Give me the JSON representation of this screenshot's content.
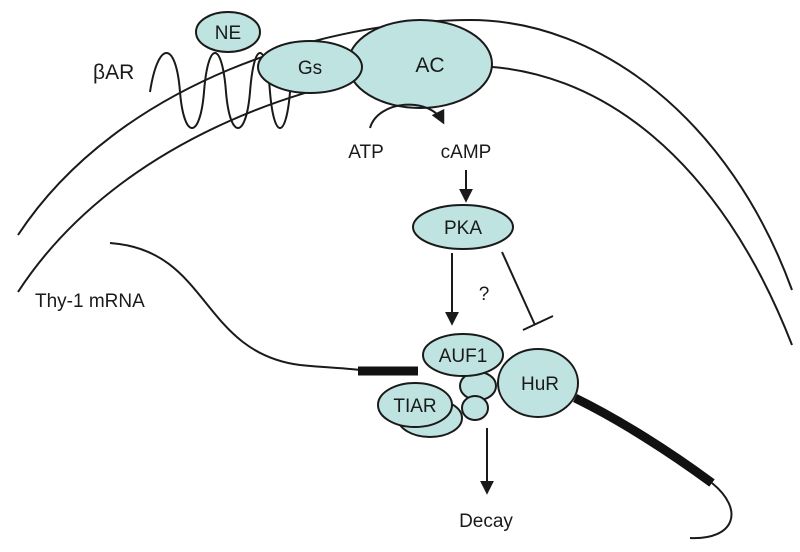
{
  "labels": {
    "receptor": "βAR",
    "ligand": "NE",
    "g_protein": "Gs",
    "cyclase": "AC",
    "substrate": "ATP",
    "second_messenger": "cAMP",
    "kinase": "PKA",
    "mrna": "Thy-1 mRNA",
    "question": "?",
    "auf1": "AUF1",
    "hur": "HuR",
    "tiar": "TIAR",
    "outcome": "Decay"
  },
  "colors": {
    "molecule_fill": "#bfe3e1",
    "stroke": "#1a1a1a"
  }
}
